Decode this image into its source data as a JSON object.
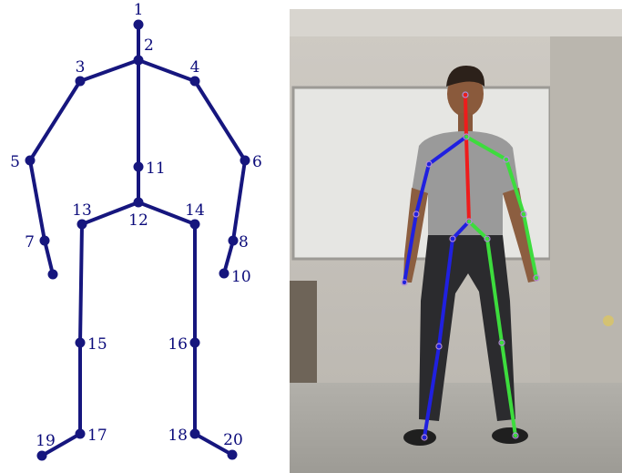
{
  "colors": {
    "skeleton": "#16167e",
    "torso_overlay": "#ee1c1c",
    "left_overlay": "#2020e0",
    "right_overlay": "#3ddc3d",
    "wall": "#c9c6c0",
    "floor": "#a9a7a1",
    "whiteboard": "#e6e6e3"
  },
  "skeleton": {
    "joints": [
      {
        "id": 1,
        "label": "1"
      },
      {
        "id": 2,
        "label": "2"
      },
      {
        "id": 3,
        "label": "3"
      },
      {
        "id": 4,
        "label": "4"
      },
      {
        "id": 5,
        "label": "5"
      },
      {
        "id": 6,
        "label": "6"
      },
      {
        "id": 7,
        "label": "7"
      },
      {
        "id": 8,
        "label": "8"
      },
      {
        "id": 9,
        "label": ""
      },
      {
        "id": 10,
        "label": "10"
      },
      {
        "id": 11,
        "label": "11"
      },
      {
        "id": 12,
        "label": "12"
      },
      {
        "id": 13,
        "label": "13"
      },
      {
        "id": 14,
        "label": "14"
      },
      {
        "id": 15,
        "label": "15"
      },
      {
        "id": 16,
        "label": "16"
      },
      {
        "id": 17,
        "label": "17"
      },
      {
        "id": 18,
        "label": "18"
      },
      {
        "id": 19,
        "label": "19"
      },
      {
        "id": 20,
        "label": "20"
      }
    ],
    "bones": [
      [
        1,
        2
      ],
      [
        2,
        3
      ],
      [
        2,
        4
      ],
      [
        3,
        5
      ],
      [
        4,
        6
      ],
      [
        5,
        7
      ],
      [
        7,
        9
      ],
      [
        6,
        8
      ],
      [
        8,
        10
      ],
      [
        2,
        11
      ],
      [
        11,
        12
      ],
      [
        12,
        13
      ],
      [
        12,
        14
      ],
      [
        13,
        15
      ],
      [
        15,
        17
      ],
      [
        17,
        19
      ],
      [
        14,
        16
      ],
      [
        16,
        18
      ],
      [
        18,
        20
      ]
    ]
  },
  "photo": {
    "overlay_bones": [
      {
        "from": "head",
        "to": "neck",
        "group": "torso"
      },
      {
        "from": "neck",
        "to": "hip",
        "group": "torso"
      },
      {
        "from": "neck",
        "to": "l_shoulder",
        "group": "left"
      },
      {
        "from": "l_shoulder",
        "to": "l_elbow",
        "group": "left"
      },
      {
        "from": "l_elbow",
        "to": "l_hand",
        "group": "left"
      },
      {
        "from": "hip",
        "to": "l_hip",
        "group": "left"
      },
      {
        "from": "l_hip",
        "to": "l_knee",
        "group": "left"
      },
      {
        "from": "l_knee",
        "to": "l_foot",
        "group": "left"
      },
      {
        "from": "neck",
        "to": "r_shoulder",
        "group": "right"
      },
      {
        "from": "r_shoulder",
        "to": "r_elbow",
        "group": "right"
      },
      {
        "from": "r_elbow",
        "to": "r_hand",
        "group": "right"
      },
      {
        "from": "hip",
        "to": "r_hip",
        "group": "right"
      },
      {
        "from": "r_hip",
        "to": "r_knee",
        "group": "right"
      },
      {
        "from": "r_knee",
        "to": "r_foot",
        "group": "right"
      }
    ]
  }
}
